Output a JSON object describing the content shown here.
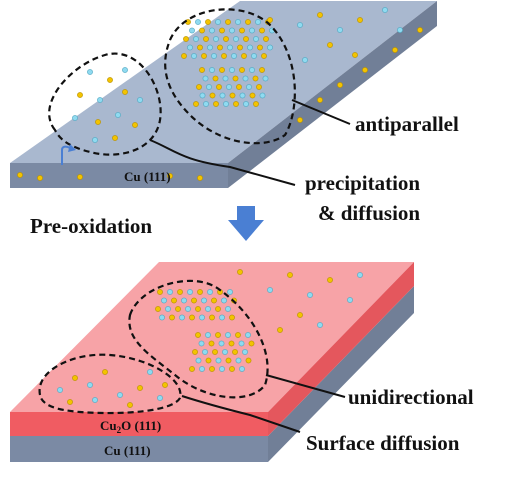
{
  "top_panel": {
    "substrate_label": "Cu (111)",
    "callout_1": "antiparallel",
    "callout_2_line1": "precipitation",
    "callout_2_line2": "& diffusion"
  },
  "transition": {
    "label": "Pre-oxidation"
  },
  "bottom_panel": {
    "oxide_label_base": "Cu",
    "oxide_label_sub": "2",
    "oxide_label_rest": "O (111)",
    "substrate_label": "Cu (111)",
    "callout_1": "unidirectional",
    "callout_2": "Surface diffusion"
  },
  "colors": {
    "cu_top": "#a9b8cf",
    "cu_side": "#7b8aa4",
    "oxide_top": "#f7a3a7",
    "oxide_side": "#f05c62",
    "arrow": "#4a7fd3",
    "atom_gold": "#f3c300",
    "atom_cyan": "#8fdaf0"
  }
}
